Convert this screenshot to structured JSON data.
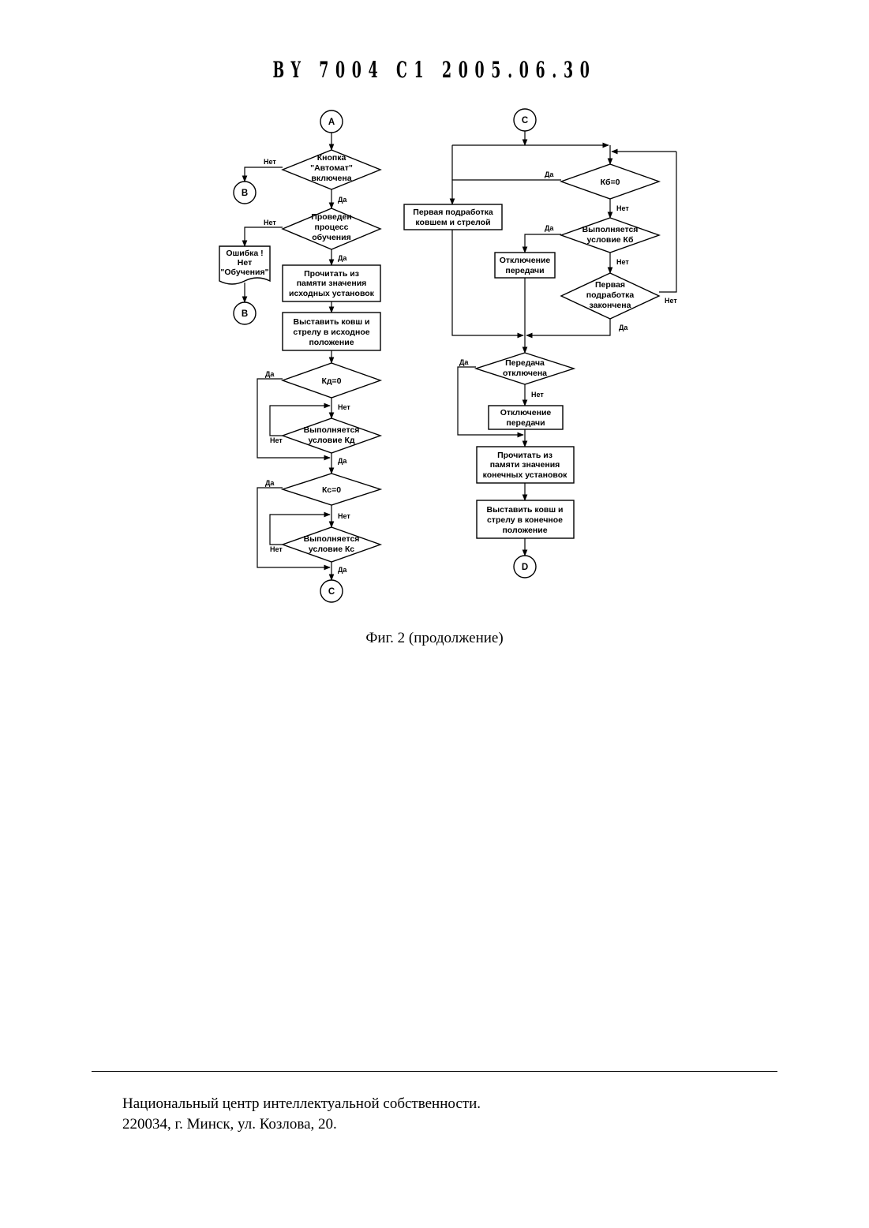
{
  "header": {
    "doc_id": "BY 7004 C1 2005.06.30"
  },
  "caption": "Фиг. 2 (продолжение)",
  "footer": {
    "line1": "Национальный центр интеллектуальной собственности.",
    "line2": "220034, г. Минск, ул. Козлова, 20."
  },
  "flowchart": {
    "connectors": {
      "a": "A",
      "b": "B",
      "c": "C",
      "d": "D"
    },
    "edge_labels": {
      "yes": "Да",
      "no": "Нет"
    },
    "left": {
      "avtomat": [
        "Кнопка",
        "\"Автомат\"",
        "включена"
      ],
      "obuchenie": [
        "Проведен",
        "процесс",
        "обучения"
      ],
      "error": [
        "Ошибка !",
        "Нет",
        "\"Обучения\""
      ],
      "read_initial": [
        "Прочитать из",
        "памяти значения",
        "исходных установок"
      ],
      "set_initial": [
        "Выставить ковш и",
        "стрелу в исходное",
        "положение"
      ],
      "kd_zero": "Кд=0",
      "kd_cond": [
        "Выполняется",
        "условие Кд"
      ],
      "kc_zero": "Кс=0",
      "kc_cond": [
        "Выполняется",
        "условие Кс"
      ]
    },
    "right": {
      "kb_zero": "Кб=0",
      "first_work": [
        "Первая подработка",
        "ковшем и стрелой"
      ],
      "kb_cond": [
        "Выполняется",
        "условие Кб"
      ],
      "disengage1": [
        "Отключение",
        "передачи"
      ],
      "first_done": [
        "Первая",
        "подработка",
        "закончена"
      ],
      "trans_off": [
        "Передача",
        "отключена"
      ],
      "disengage2": [
        "Отключение",
        "передачи"
      ],
      "read_final": [
        "Прочитать из",
        "памяти значения",
        "конечных установок"
      ],
      "set_final": [
        "Выставить ковш и",
        "стрелу в конечное",
        "положение"
      ]
    }
  }
}
